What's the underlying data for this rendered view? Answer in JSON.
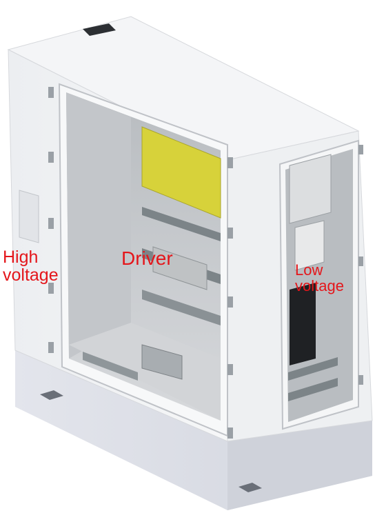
{
  "labels": {
    "high_voltage": {
      "line1": "High",
      "line2": "voltage"
    },
    "driver": "Driver",
    "low_voltage": {
      "line1": "Low",
      "line2": "voltage"
    }
  },
  "colors": {
    "label_red": "#e4161b",
    "cabinet_body": "#f1f2f4",
    "cabinet_shadow": "#d9dbe0",
    "base": "#dcdee6",
    "interior": "#c9ccd0",
    "interior_dark": "#9ea3a8",
    "driver_yellow": "#d7d23a",
    "rail_gray": "#7c8488"
  }
}
